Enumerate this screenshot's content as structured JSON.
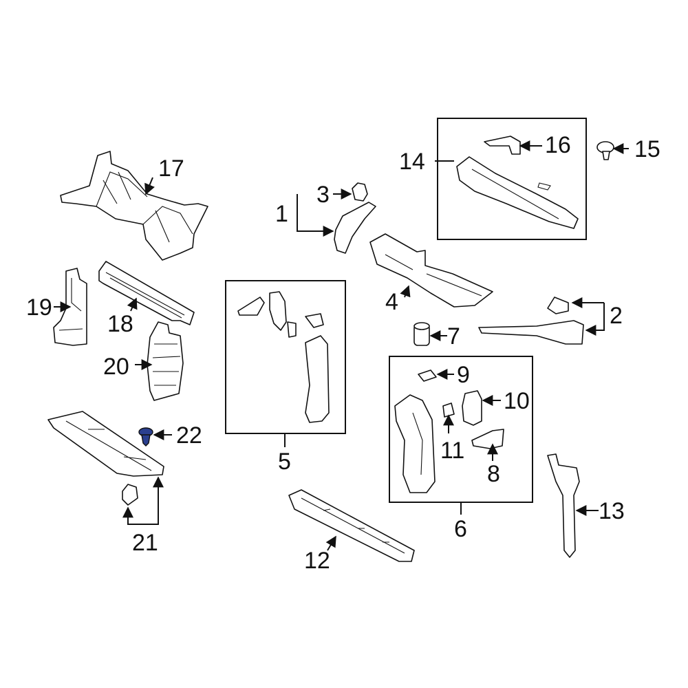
{
  "callouts": {
    "c1": "1",
    "c2": "2",
    "c3": "3",
    "c4": "4",
    "c5": "5",
    "c6": "6",
    "c7": "7",
    "c8": "8",
    "c9": "9",
    "c10": "10",
    "c11": "11",
    "c12": "12",
    "c13": "13",
    "c14": "14",
    "c15": "15",
    "c16": "16",
    "c17": "17",
    "c18": "18",
    "c19": "19",
    "c20": "20",
    "c21": "21",
    "c22": "22"
  },
  "highlighted_part": "22",
  "colors": {
    "highlight": "#2a3f8f",
    "line": "#111111",
    "background": "#ffffff"
  }
}
